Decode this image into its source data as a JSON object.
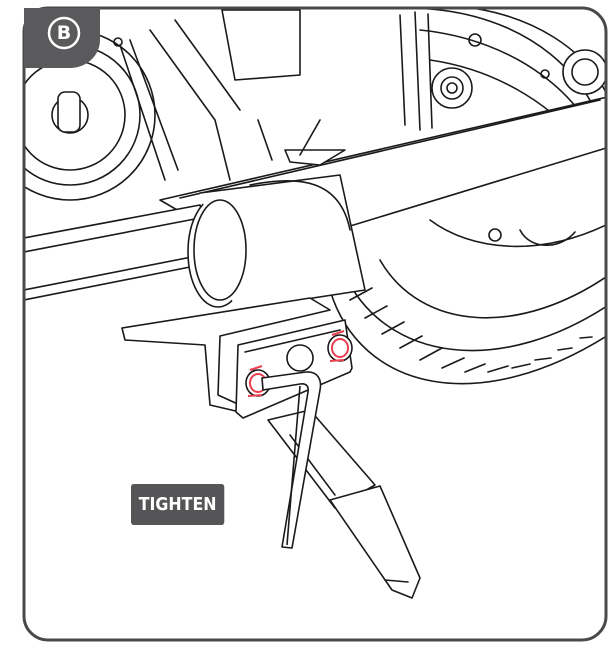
{
  "step": {
    "letter": "B"
  },
  "callout": {
    "label": "TIGHTEN"
  },
  "colors": {
    "frame": "#4a4a4c",
    "badge": "#5a5a5c",
    "highlight": "#e8404f",
    "line": "#1a1a1a"
  },
  "icons": [
    "step-badge",
    "allen-key-icon",
    "bolt-highlight-icon"
  ]
}
